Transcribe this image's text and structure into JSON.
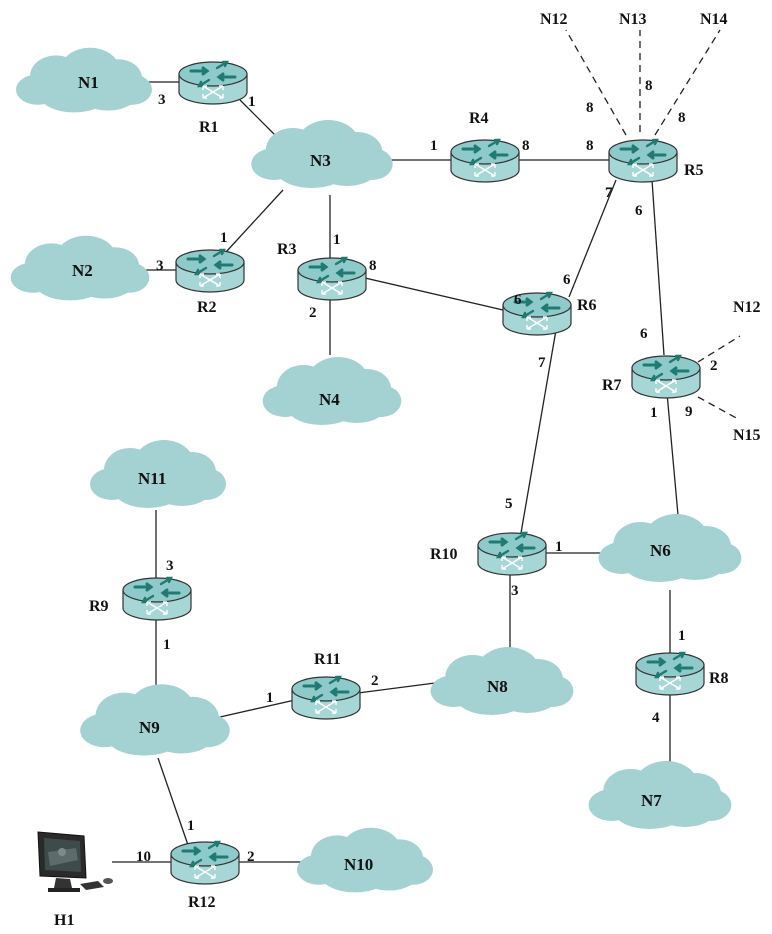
{
  "networks": {
    "n1": "N1",
    "n2": "N2",
    "n3": "N3",
    "n4": "N4",
    "n6": "N6",
    "n7": "N7",
    "n8": "N8",
    "n9": "N9",
    "n10": "N10",
    "n11": "N11"
  },
  "routers": {
    "r1": "R1",
    "r2": "R2",
    "r3": "R3",
    "r4": "R4",
    "r5": "R5",
    "r6": "R6",
    "r7": "R7",
    "r8": "R8",
    "r9": "R9",
    "r10": "R10",
    "r11": "R11",
    "r12": "R12"
  },
  "host": {
    "h1": "H1"
  },
  "external": {
    "n12_top": "N12",
    "n13": "N13",
    "n14": "N14",
    "n12_right": "N12",
    "n15": "N15"
  },
  "costs": {
    "r1_n1": "3",
    "r1_n3": "1",
    "r2_n2": "3",
    "r2_n3": "1",
    "r3_n3": "1",
    "r3_r6": "8",
    "r3_n4": "2",
    "r4_n3": "1",
    "r4_r5": "8",
    "r5_r4": "8",
    "r5_n12": "8",
    "r5_n13": "8",
    "r5_n14": "8",
    "r5_r6": "7",
    "r5_r7": "6",
    "r6_r5": "6",
    "r6_r3": "6",
    "r6_r10": "7",
    "r7_r5": "6",
    "r7_n12": "2",
    "r7_n15": "9",
    "r7_n6": "1",
    "r10_r6": "5",
    "r10_n6": "1",
    "r10_n8": "3",
    "r8_n6": "1",
    "r8_n7": "4",
    "r9_n11": "3",
    "r9_n9": "1",
    "r11_n9": "1",
    "r11_n8": "2",
    "r12_n9": "1",
    "r12_h1": "10",
    "r12_n10": "2"
  },
  "colors": {
    "cloud_fill": "#a4d1d1",
    "router_top": "#8fcaca",
    "router_body": "#a6d6d6",
    "arrow": "#1f7a72",
    "line": "#222222"
  },
  "icons": {
    "router": "router-icon",
    "cloud": "network-cloud-icon",
    "host": "desktop-computer-icon"
  }
}
